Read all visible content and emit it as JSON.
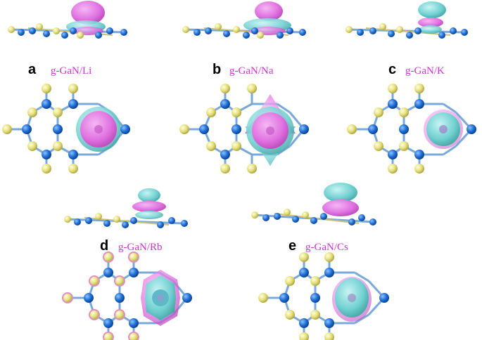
{
  "panels": [
    {
      "letter": "a",
      "label": "g-GaN/Li"
    },
    {
      "letter": "b",
      "label": "g-GaN/Na"
    },
    {
      "letter": "c",
      "label": "g-GaN/K"
    },
    {
      "letter": "d",
      "label": "g-GaN/Rb"
    },
    {
      "letter": "e",
      "label": "g-GaN/Cs"
    }
  ],
  "colors": {
    "label_magenta": "#cc33cc",
    "ga_atom": "#e8e080",
    "n_atom": "#1f6fd6",
    "bond": "#7aa8d8",
    "accumulation": "#e070e0",
    "depletion": "#70d8d8"
  }
}
